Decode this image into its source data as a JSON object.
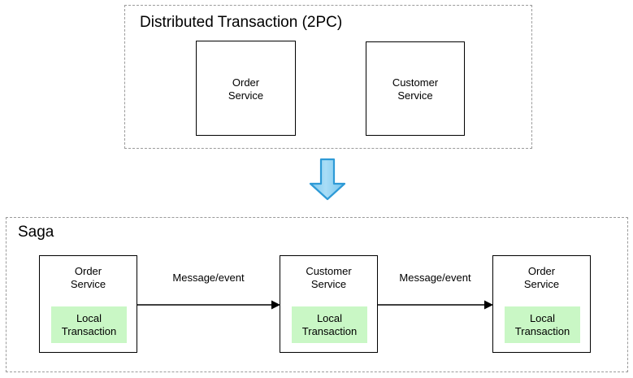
{
  "diagram": {
    "background_color": "#ffffff",
    "groups": [
      {
        "id": "distributed-transaction",
        "title": "Distributed Transaction (2PC)",
        "border_style": "dashed",
        "border_color": "#9b9b9b"
      },
      {
        "id": "saga",
        "title": "Saga",
        "border_style": "dashed",
        "border_color": "#9b9b9b"
      }
    ],
    "two_pc": {
      "title": "Distributed Transaction (2PC)",
      "boxes": [
        {
          "name": "Order\nService"
        },
        {
          "name": "Customer\nService"
        }
      ]
    },
    "transition": {
      "icon": "down-arrow-icon",
      "fill_color": "#8fd3f4",
      "border_color": "#2e9ad6"
    },
    "saga": {
      "title": "Saga",
      "local_transaction_color": "#c9f7c5",
      "steps": [
        {
          "name": "Order\nService",
          "local_transaction": "Local\nTransaction"
        },
        {
          "name": "Customer\nService",
          "local_transaction": "Local\nTransaction"
        },
        {
          "name": "Order\nService",
          "local_transaction": "Local\nTransaction"
        }
      ],
      "flows": [
        {
          "label": "Message/event"
        },
        {
          "label": "Message/event"
        }
      ]
    }
  }
}
